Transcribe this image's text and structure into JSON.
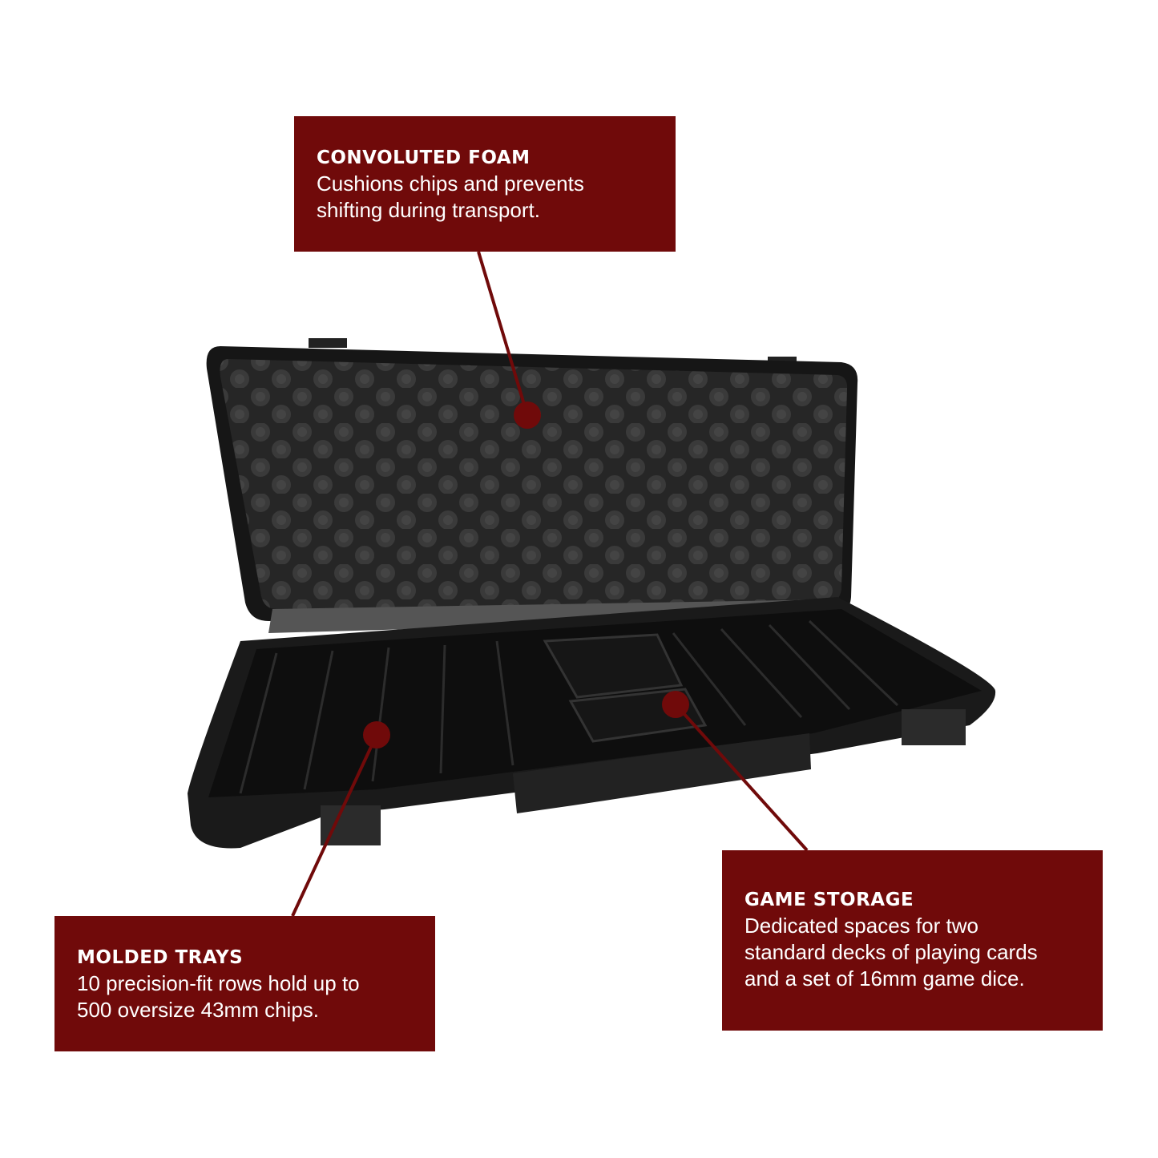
{
  "colors": {
    "accent": "#700a0a",
    "case": "#1c1c1c",
    "foam": "#2a2a2a"
  },
  "callouts": [
    {
      "title": "Convoluted Foam",
      "desc_lines": [
        "Cushions chips and prevents",
        "shifting during transport."
      ]
    },
    {
      "title": "Molded Trays",
      "desc_lines": [
        "10 precision-fit rows hold up to",
        "500 oversize 43mm chips."
      ]
    },
    {
      "title": "Game Storage",
      "desc_lines": [
        "Dedicated spaces for two",
        "standard decks of playing cards",
        "and a set of 16mm game dice."
      ]
    }
  ]
}
